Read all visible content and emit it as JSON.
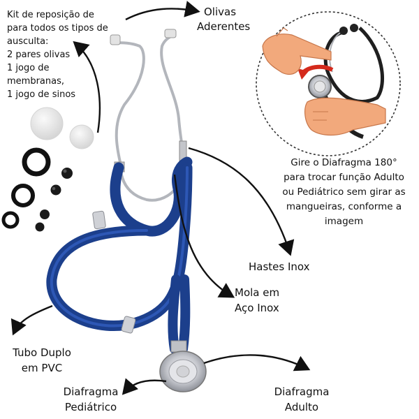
{
  "kit_text": {
    "lines": [
      "Kit de reposição de",
      "para todos os tipos de",
      "ausculta:",
      "2 pares olivas",
      "1 jogo de",
      "membranas,",
      "1 jogo de sinos"
    ]
  },
  "labels": {
    "olivas_line1": "Olivas",
    "olivas_line2": "Aderentes",
    "hastes": "Hastes Inox",
    "mola_line1": "Mola em",
    "mola_line2": "Aço Inox",
    "tubo_line1": "Tubo Duplo",
    "tubo_line2": "em PVC",
    "diaf_ped_line1": "Diafragma",
    "diaf_ped_line2": "Pediátrico",
    "diaf_adulto_line1": "Diafragma",
    "diaf_adulto_line2": "Adulto"
  },
  "instruction": {
    "lines": [
      "Gire o Diafragma  180°",
      "para trocar função Adulto",
      "ou Pediátrico sem girar as",
      "mangueiras, conforme a",
      "imagem"
    ]
  },
  "colors": {
    "tube_blue": "#1c3f8c",
    "tube_dark": "#122a63",
    "steel": "#b9bcc2",
    "arrow": "#111111",
    "skin": "#f2a97c",
    "rotate_arrow": "#d42a1c"
  },
  "icons": [
    "curved-arrow-icon",
    "stethoscope-icon",
    "hand-icon",
    "rotate-arrow-icon"
  ]
}
